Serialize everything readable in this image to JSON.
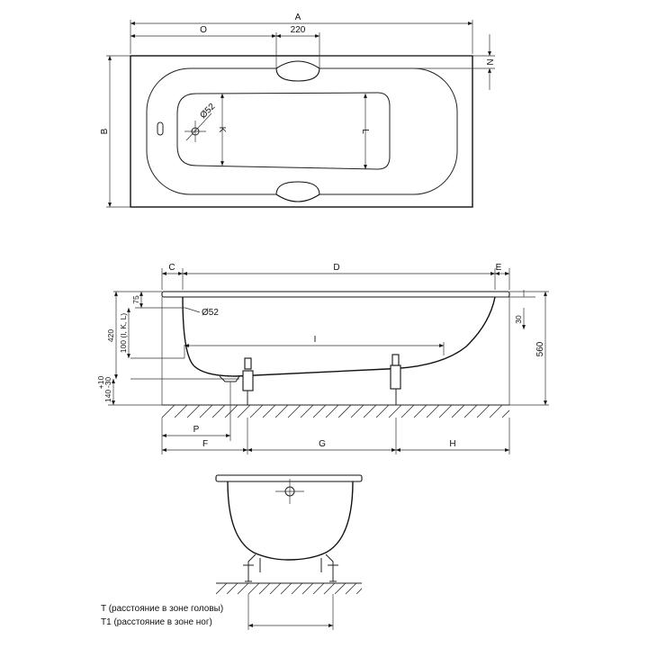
{
  "top_view": {
    "dim_A": "A",
    "dim_O": "O",
    "dim_220": "220",
    "dim_N": "N",
    "dim_B": "B",
    "dim_K": "K",
    "dim_L": "L",
    "dim_D52": "Ø52"
  },
  "side_view": {
    "dim_C": "C",
    "dim_D": "D",
    "dim_E": "E",
    "dim_75": "75",
    "dim_D52": "Ø52",
    "dim_420": "420",
    "dim_100": "100 (I, K, L)",
    "dim_140": "140",
    "tol_plus": "+10",
    "tol_minus": "-30",
    "dim_I": "I",
    "dim_30": "30",
    "dim_560": "560",
    "dim_P": "P",
    "dim_F": "F",
    "dim_G": "G",
    "dim_H": "H"
  },
  "legend": {
    "t_line": "T (расстояние в зоне головы)",
    "t1_line": "T1 (расстояние в зоне ног)"
  }
}
